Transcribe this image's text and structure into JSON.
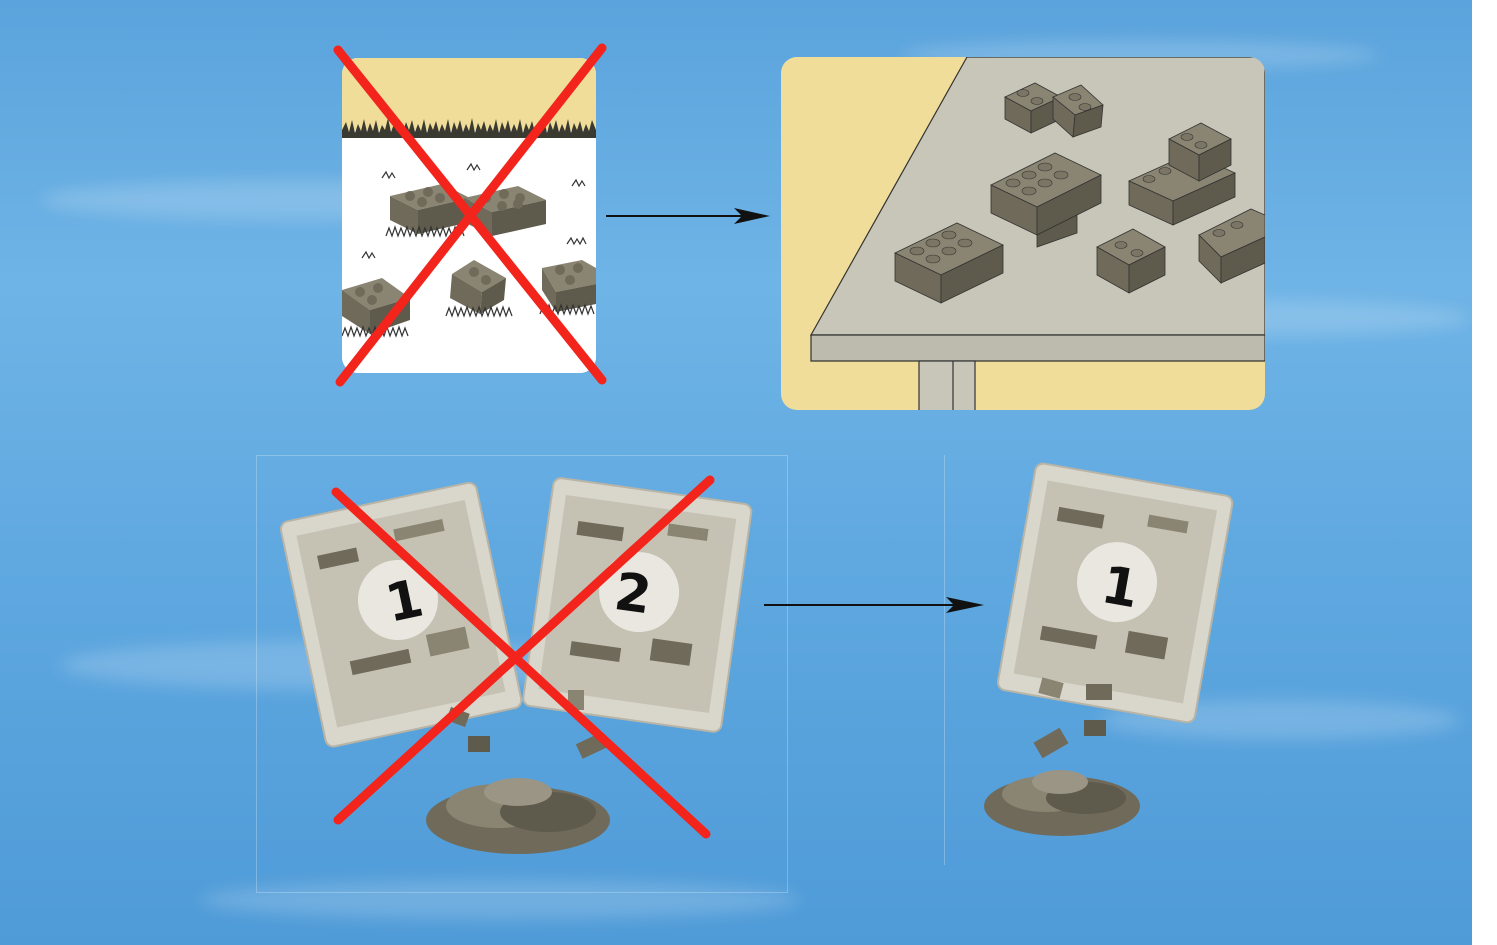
{
  "instructions": {
    "step_top": {
      "wrong": "grass-play-surface",
      "right": "table-play-surface"
    },
    "step_bottom": {
      "wrong_bags": [
        {
          "label": "1"
        },
        {
          "label": "2"
        }
      ],
      "right_bags": [
        {
          "label": "1"
        }
      ]
    }
  },
  "colors": {
    "cross": "#f2241c",
    "brick": "#6f6a5a",
    "brick_light": "#8a8572",
    "table_top": "#c8c6b8",
    "wall": "#f1dd9a",
    "sky": "#5fa8e0"
  }
}
